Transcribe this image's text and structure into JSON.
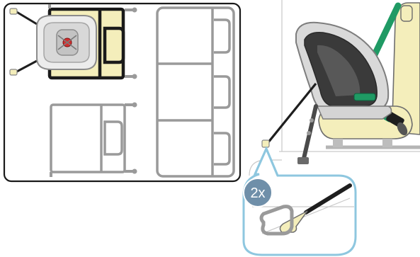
{
  "callout": {
    "count_label": "2x"
  },
  "colors": {
    "seat_fill": "#f4eebb",
    "seat_outline": "#9a9a9a",
    "installed_seat_outline": "#222222",
    "belt_green": "#1f9a64",
    "callout_blue": "#8ec7df",
    "badge_blue": "#6f8fa9",
    "carrier_gray": "#d4d4d4",
    "strap_black": "#1e1e1e"
  },
  "icons": {
    "top_view": "car-seats-top-view-illustration",
    "side_view": "car-seat-installation-side-view",
    "detail": "anchor-hook-detail-callout"
  }
}
